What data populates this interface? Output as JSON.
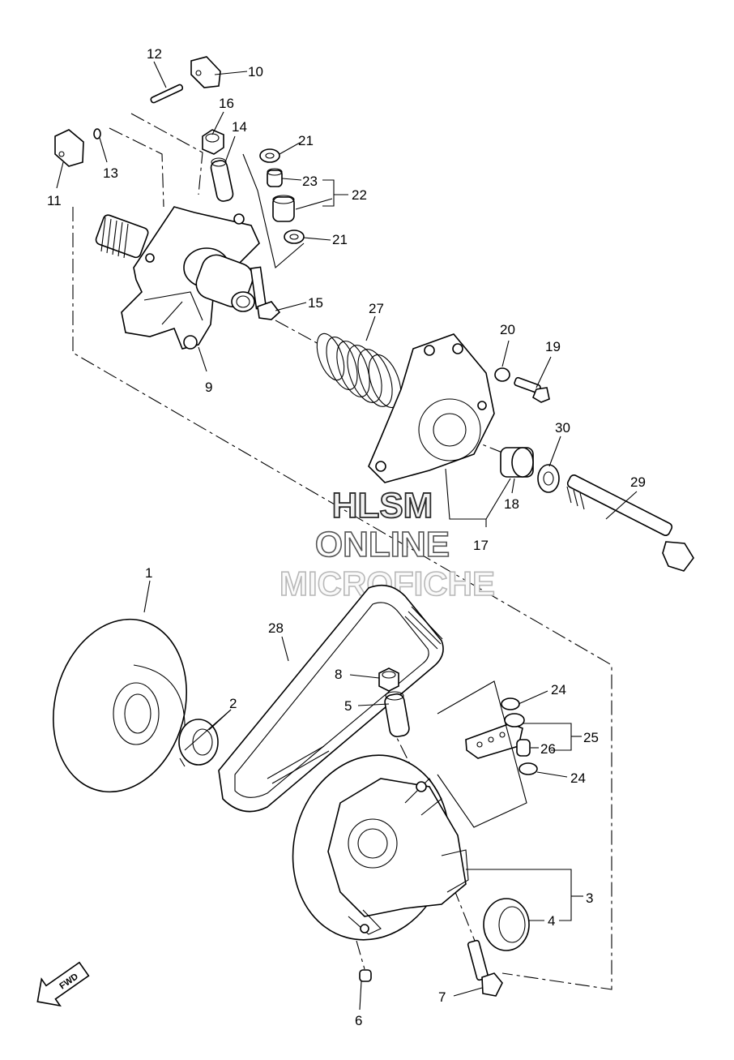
{
  "callouts": {
    "c1": "1",
    "c2": "2",
    "c3": "3",
    "c4": "4",
    "c5": "5",
    "c6": "6",
    "c7": "7",
    "c8": "8",
    "c9": "9",
    "c10": "10",
    "c11": "11",
    "c12": "12",
    "c13": "13",
    "c14": "14",
    "c15": "15",
    "c16": "16",
    "c17": "17",
    "c18": "18",
    "c19": "19",
    "c20": "20",
    "c21a": "21",
    "c21b": "21",
    "c22": "22",
    "c23": "23",
    "c24a": "24",
    "c24b": "24",
    "c25": "25",
    "c26": "26",
    "c27": "27",
    "c28": "28",
    "c29": "29",
    "c30": "30"
  },
  "watermark": {
    "line1": "HLSM",
    "line2": "ONLINE",
    "line3": "MICROFICHE"
  },
  "direction_arrow": {
    "label": "FWD",
    "icon": "forward-arrow-icon"
  }
}
